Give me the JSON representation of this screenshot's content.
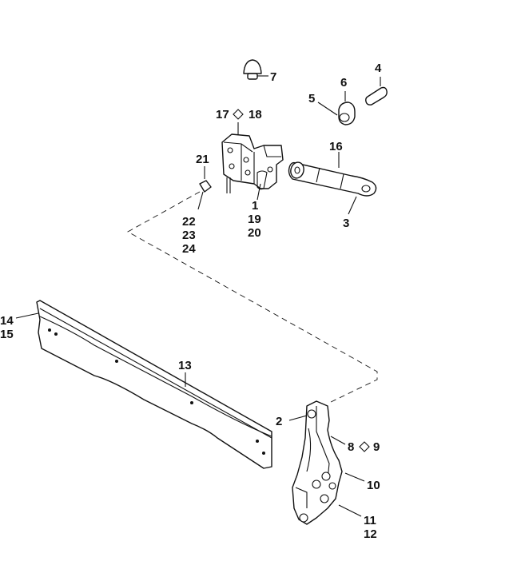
{
  "labels": {
    "l1": "1",
    "l2": "2",
    "l3": "3",
    "l4": "4",
    "l5": "5",
    "l6": "6",
    "l7": "7",
    "l8": "8",
    "l9": "9",
    "l10": "10",
    "l11": "11",
    "l12": "12",
    "l13": "13",
    "l14": "14",
    "l15": "15",
    "l16": "16",
    "l17": "17",
    "l18": "18",
    "l19": "19",
    "l20": "20",
    "l21": "21",
    "l22": "22",
    "l23": "23",
    "l24": "24"
  },
  "colors": {
    "ink": "#111111",
    "paper": "#ffffff"
  }
}
